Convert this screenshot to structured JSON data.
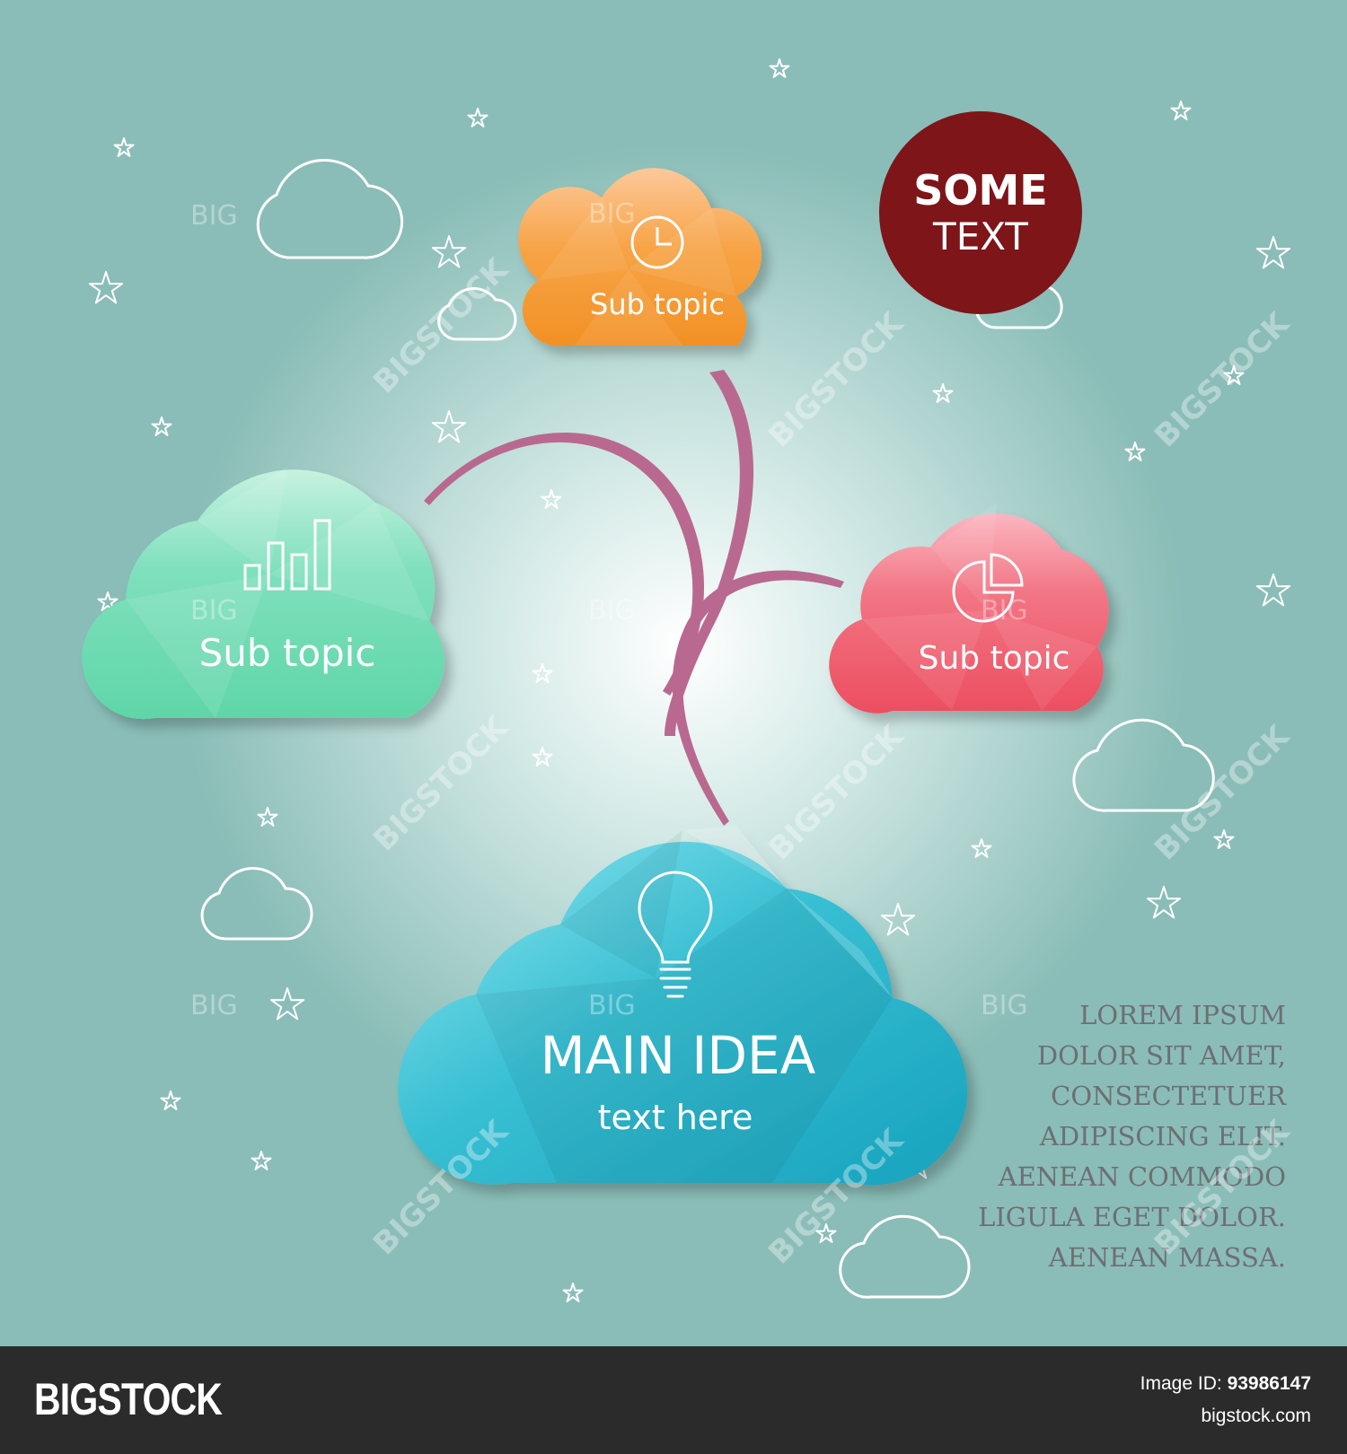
{
  "main_idea": {
    "title": "MAIN IDEA",
    "subtitle": "text here",
    "icon": "lightbulb-icon",
    "color": "#2bb5cb"
  },
  "subtopics": [
    {
      "label": "Sub topic",
      "icon": "clock-icon",
      "color": "#f5a23a"
    },
    {
      "label": "Sub topic",
      "icon": "bar-chart-icon",
      "color": "#6edcb3"
    },
    {
      "label": "Sub topic",
      "icon": "pie-chart-icon",
      "color": "#ee5e6c"
    }
  ],
  "callout": {
    "line1": "SOME",
    "line2": "TEXT",
    "color": "#7e1519"
  },
  "connector_color": "#b9698f",
  "body_text": [
    "LOREM IPSUM",
    "DOLOR SIT AMET,",
    "CONSECTETUER",
    "ADIPISCING ELIT.",
    "AENEAN COMMODO",
    "LIGULA EGET DOLOR.",
    "AENEAN MASSA."
  ],
  "watermark": {
    "brand": "BIGSTOCK",
    "short": "BIG"
  },
  "footer": {
    "logo": "BIGSTOCK",
    "image_id_label": "Image ID:",
    "image_id": "93986147",
    "site": "bigstock.com"
  }
}
